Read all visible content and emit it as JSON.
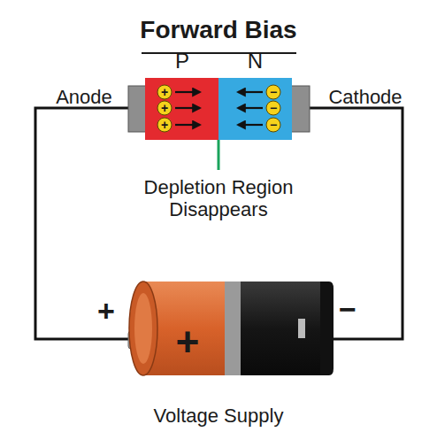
{
  "diagram": {
    "title": "Forward Bias",
    "nodes": [
      {
        "text": [
          "P"
        ]
      },
      {
        "text": [
          "N"
        ]
      }
    ],
    "labels": [
      "Anode",
      "Cathode",
      "+",
      "+",
      "+",
      "−",
      "−",
      "−",
      "Depletion Region Disappears",
      "+",
      "+",
      "−",
      "Voltage Supply"
    ]
  }
}
